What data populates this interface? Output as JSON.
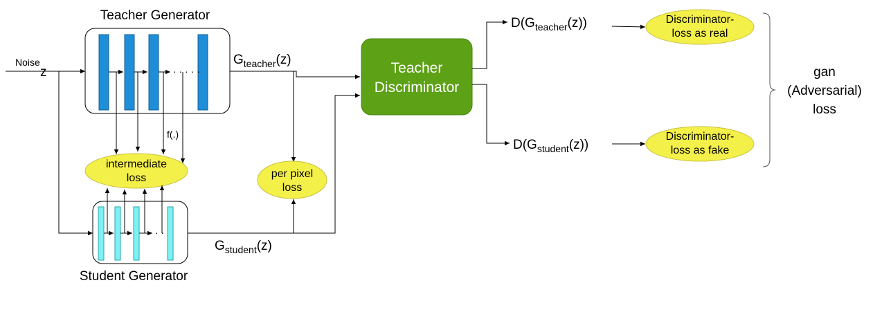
{
  "teacher_generator": {
    "title": "Teacher Generator",
    "dots": "· · · · ·"
  },
  "student_generator": {
    "title": "Student Generator",
    "dots": "· ·"
  },
  "noise": {
    "label": "Noise",
    "var": "z"
  },
  "teacher_output": {
    "main": "G",
    "sub": "teacher",
    "tail": "(z)"
  },
  "student_output": {
    "main": "G",
    "sub": "student",
    "tail": "(z)"
  },
  "feature_fn": "f(.)",
  "intermediate_loss": {
    "line1": "intermediate",
    "line2": "loss"
  },
  "per_pixel_loss": {
    "line1": "per pixel",
    "line2": "loss"
  },
  "discriminator": {
    "line1": "Teacher",
    "line2": "Discriminator",
    "color": "#5da116"
  },
  "d_teacher": {
    "main": "D(G",
    "sub": "teacher",
    "tail": "(z))"
  },
  "d_student": {
    "main": "D(G",
    "sub": "student",
    "tail": "(z))"
  },
  "loss_real": {
    "line1": "Discriminator-",
    "line2": "loss as real"
  },
  "loss_fake": {
    "line1": "Discriminator-",
    "line2": "loss as fake"
  },
  "gan_loss": {
    "line1": "gan",
    "line2": "(Adversarial)",
    "line3": "loss"
  },
  "colors": {
    "teacher_layer": "#1e8ed8",
    "student_layer": "#7ff0f4",
    "loss_fill": "#f4f04a",
    "loss_stroke": "#c8c03c"
  }
}
